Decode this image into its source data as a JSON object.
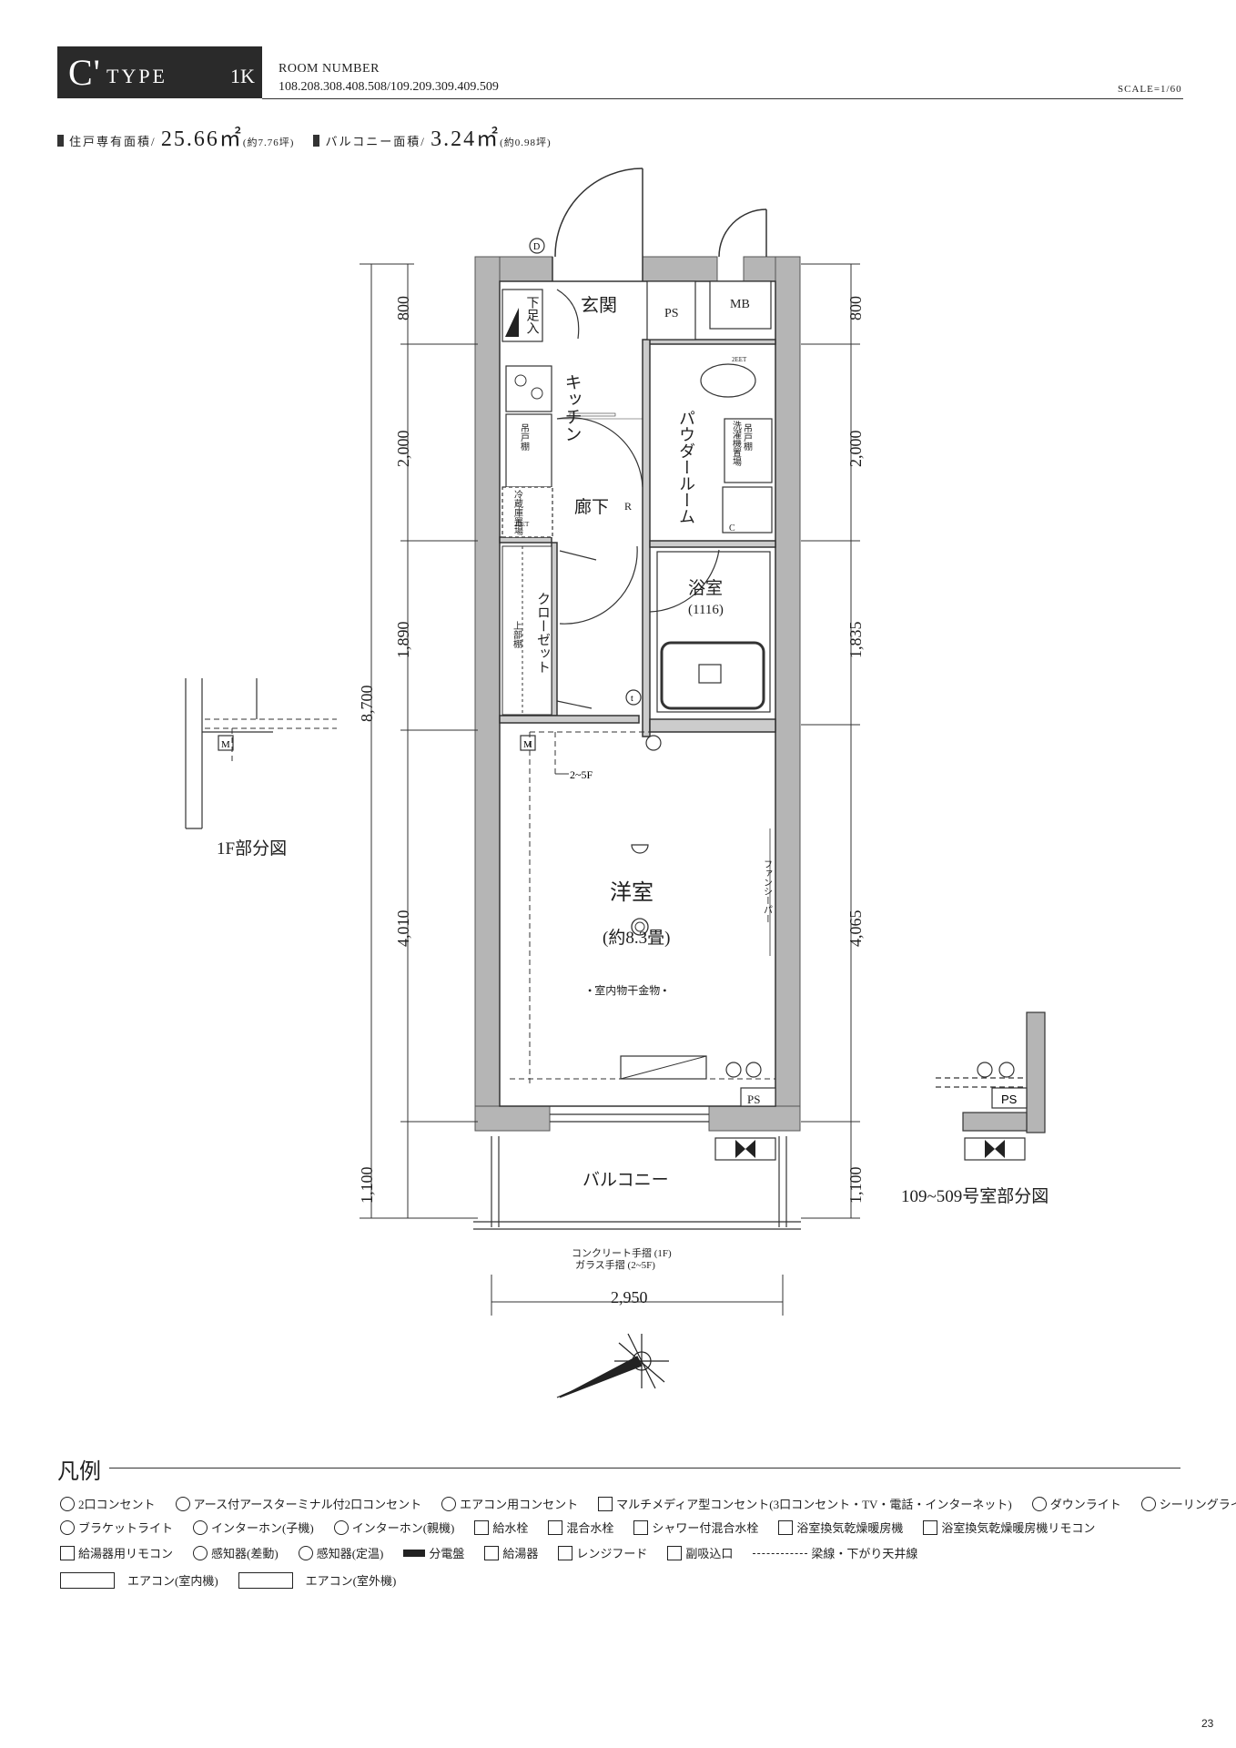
{
  "header": {
    "type_letter": "C'",
    "type_word": "TYPE",
    "plan_type": "1K",
    "room_number_label": "ROOM NUMBER",
    "room_numbers": "108.208.308.408.508/109.209.309.409.509",
    "scale": "SCALE=1/60"
  },
  "areas": {
    "unit_label": "住戸専有面積/",
    "unit_value": "25.66㎡",
    "unit_tsubo": "(約7.76坪)",
    "balcony_label": "バルコニー面積/",
    "balcony_value": "3.24㎡",
    "balcony_tsubo": "(約0.98坪)"
  },
  "rooms": {
    "entrance": "玄関",
    "shoe": "下足入",
    "ps": "PS",
    "mb": "MB",
    "kitchen": "キッチン",
    "hall": "廊下",
    "powder": "パウダールーム",
    "washer": "洗濯機置場",
    "fridge": "冷蔵庫置場",
    "bath": "浴室",
    "bath_size": "(1116)",
    "closet": "クローゼット",
    "upper_shelf": "上部棚",
    "hanging_shelf": "吊戸棚",
    "western": "洋室",
    "western_size": "(約8.3畳)",
    "drying": "• 室内物干金物 •",
    "fan": "ファンシーパー",
    "balcony": "バルコニー",
    "railing_1": "コンクリート手摺 (1F)",
    "railing_2": "ガラス手摺 (2~5F)",
    "floors_note": "2~5F",
    "partial_1f": "1F部分図",
    "partial_109": "109~509号室部分図",
    "two_eet": "2EET",
    "d_symbol": "D",
    "r_symbol": "R",
    "m_symbol": "M",
    "c_symbol": "C",
    "t_symbol": "t"
  },
  "dimensions": {
    "left": [
      "800",
      "2,000",
      "1,890",
      "4,010",
      "1,100"
    ],
    "total": "8,700",
    "right": [
      "800",
      "2,000",
      "1,835",
      "4,065",
      "1,100"
    ],
    "bottom": "2,950"
  },
  "legend": {
    "title": "凡例",
    "row1": [
      "2口コンセント",
      "アース付アースターミナル付2口コンセント",
      "エアコン用コンセント",
      "マルチメディア型コンセント(3口コンセント・TV・電話・インターネット)",
      "ダウンライト",
      "シーリングライト"
    ],
    "row2": [
      "ブラケットライト",
      "インターホン(子機)",
      "インターホン(親機)",
      "給水栓",
      "混合水栓",
      "シャワー付混合水栓",
      "浴室換気乾燥暖房機",
      "浴室換気乾燥暖房機リモコン"
    ],
    "row3": [
      "給湯器用リモコン",
      "感知器(差動)",
      "感知器(定温)",
      "分電盤",
      "給湯器",
      "レンジフード",
      "副吸込口",
      "梁線・下がり天井線"
    ],
    "row4": [
      "エアコン(室内機)",
      "エアコン(室外機)"
    ],
    "icon_names": [
      "outlet-icon",
      "earth-outlet-icon",
      "aircon-outlet-icon",
      "multimedia-outlet-icon",
      "downlight-icon",
      "ceiling-light-icon",
      "bracket-light-icon",
      "intercom-sub-icon",
      "intercom-main-icon",
      "faucet-icon",
      "mixing-faucet-icon",
      "shower-faucet-icon",
      "bath-dryer-icon",
      "bath-dryer-remote-icon",
      "water-heater-remote-icon",
      "heat-sensor-icon",
      "fixed-temp-sensor-icon",
      "distribution-board-icon",
      "water-heater-icon",
      "range-hood-icon",
      "air-inlet-icon",
      "beam-line-icon"
    ]
  },
  "page_number": "23"
}
